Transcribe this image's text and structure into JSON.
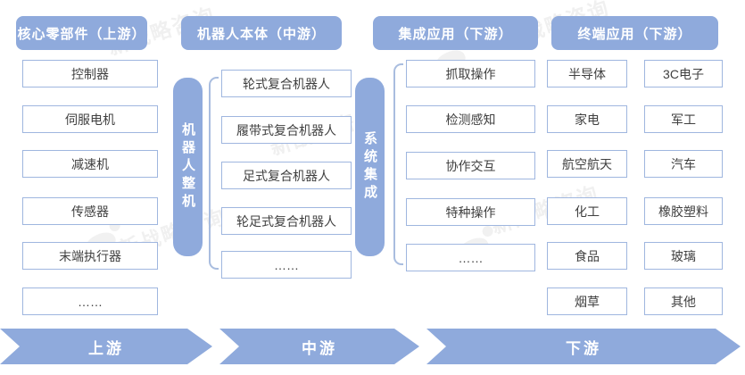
{
  "columns": [
    {
      "header": "核心零部件（上游）",
      "items": [
        "控制器",
        "伺服电机",
        "减速机",
        "传感器",
        "末端执行器",
        "……"
      ]
    },
    {
      "header": "机器人本体（中游）",
      "side_label": "机器人整机",
      "items": [
        "轮式复合机器人",
        "履带式复合机器人",
        "足式复合机器人",
        "轮足式复合机器人",
        "……"
      ]
    },
    {
      "header": "集成应用（下游）",
      "side_label": "系统集成",
      "items": [
        "抓取操作",
        "检测感知",
        "协作交互",
        "特种操作",
        "……"
      ]
    },
    {
      "header": "终端应用（下游）",
      "items_left": [
        "半导体",
        "家电",
        "航空航天",
        "化工",
        "食品",
        "烟草"
      ],
      "items_right": [
        "3C电子",
        "军工",
        "汽车",
        "橡胶塑料",
        "玻璃",
        "其他"
      ]
    }
  ],
  "flow": {
    "stages": [
      {
        "label": "上游"
      },
      {
        "label": "中游"
      },
      {
        "label": "下游"
      }
    ]
  },
  "watermark": {
    "text": "新战略咨询"
  },
  "colors": {
    "accent_blue": "#8FAADC",
    "box_border": "#9FB6DF",
    "box_text": "#404040",
    "header_text": "#FFFFFF"
  }
}
